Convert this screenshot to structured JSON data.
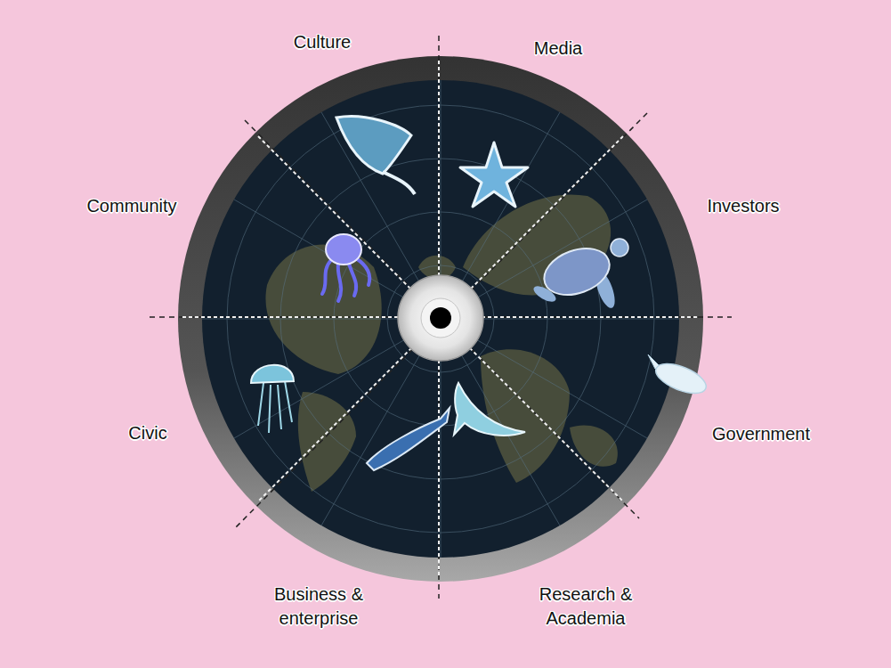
{
  "diagram": {
    "labels": [
      "Culture",
      "Media",
      "Community",
      "Investors",
      "Civic",
      "Government",
      "Business & enterprise",
      "Research & Academia"
    ]
  }
}
